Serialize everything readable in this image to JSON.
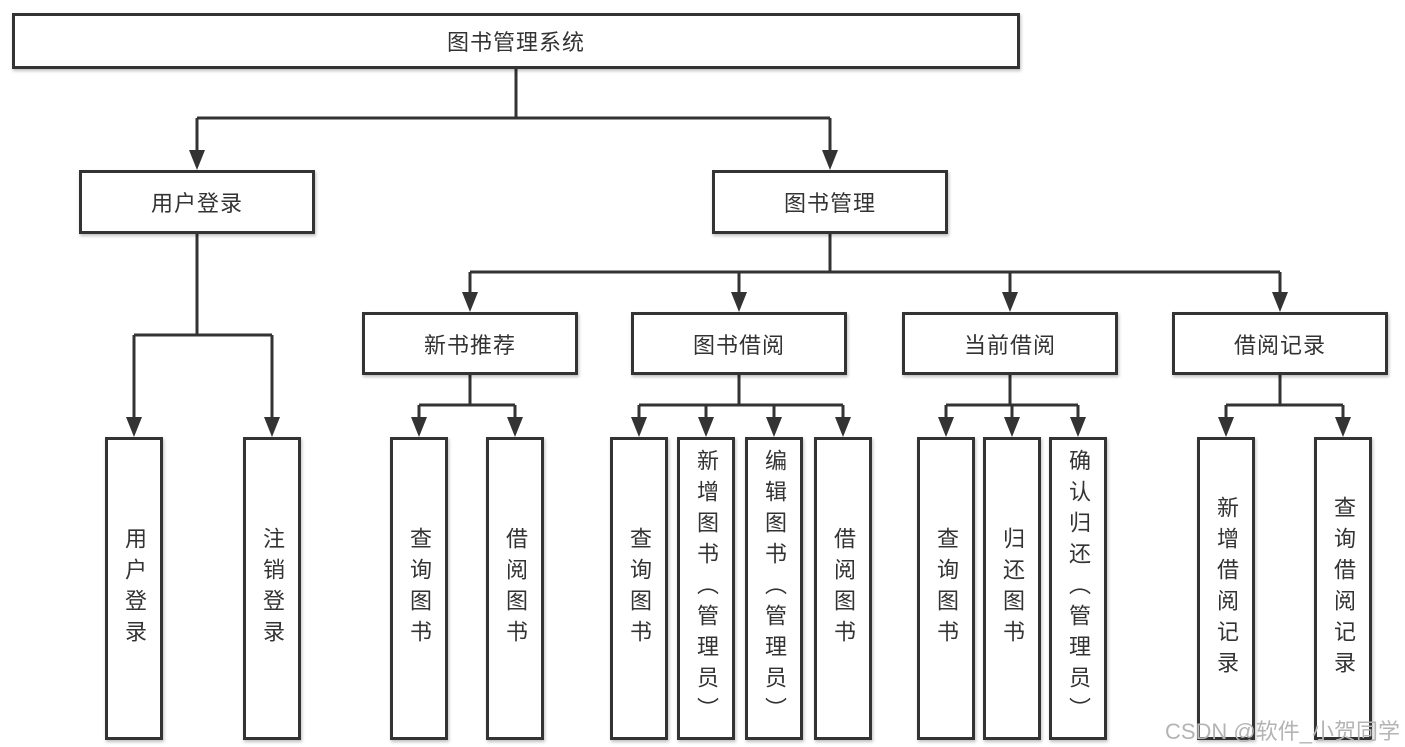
{
  "colors": {
    "line": "#333333",
    "box_border": "#333333",
    "text": "#333333",
    "background": "#ffffff",
    "watermark": "#b4b4b4"
  },
  "root": {
    "label": "图书管理系统"
  },
  "branches": [
    {
      "label": "用户登录",
      "leaves": [
        "用户登录",
        "注销登录"
      ]
    },
    {
      "label": "图书管理",
      "groups": [
        {
          "label": "新书推荐",
          "leaves": [
            "查询图书",
            "借阅图书"
          ]
        },
        {
          "label": "图书借阅",
          "leaves": [
            "查询图书",
            "新增图书（管理员）",
            "编辑图书（管理员）",
            "借阅图书"
          ]
        },
        {
          "label": "当前借阅",
          "leaves": [
            "查询图书",
            "归还图书",
            "确认归还（管理员）"
          ]
        },
        {
          "label": "借阅记录",
          "leaves": [
            "新增借阅记录",
            "查询借阅记录"
          ]
        }
      ]
    }
  ],
  "watermark": "CSDN @软件_小贺同学"
}
